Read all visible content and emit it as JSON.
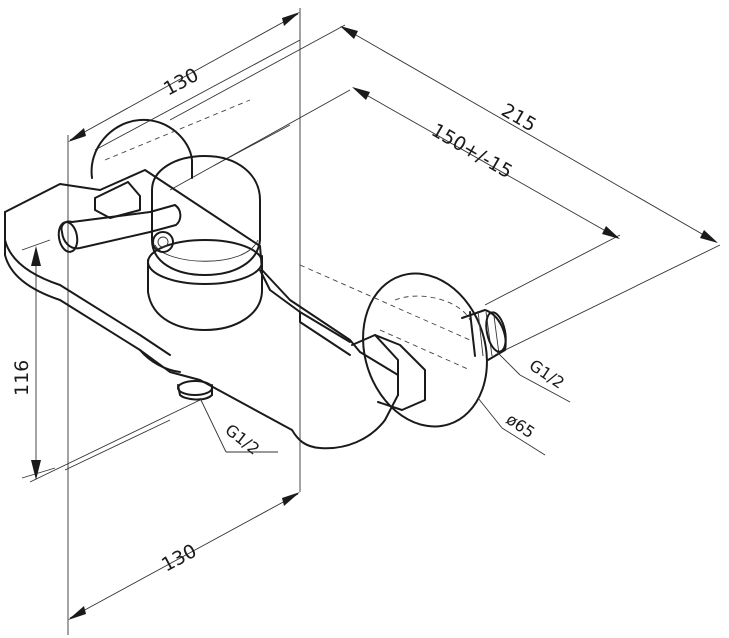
{
  "dimensions": {
    "top_width": "130",
    "bottom_width": "130",
    "height": "116",
    "overall_depth": "215",
    "center_distance": "150+/-15",
    "outlet_thread": "G1/2",
    "inlet_thread": "G1/2",
    "flange_diameter": "ø65"
  }
}
